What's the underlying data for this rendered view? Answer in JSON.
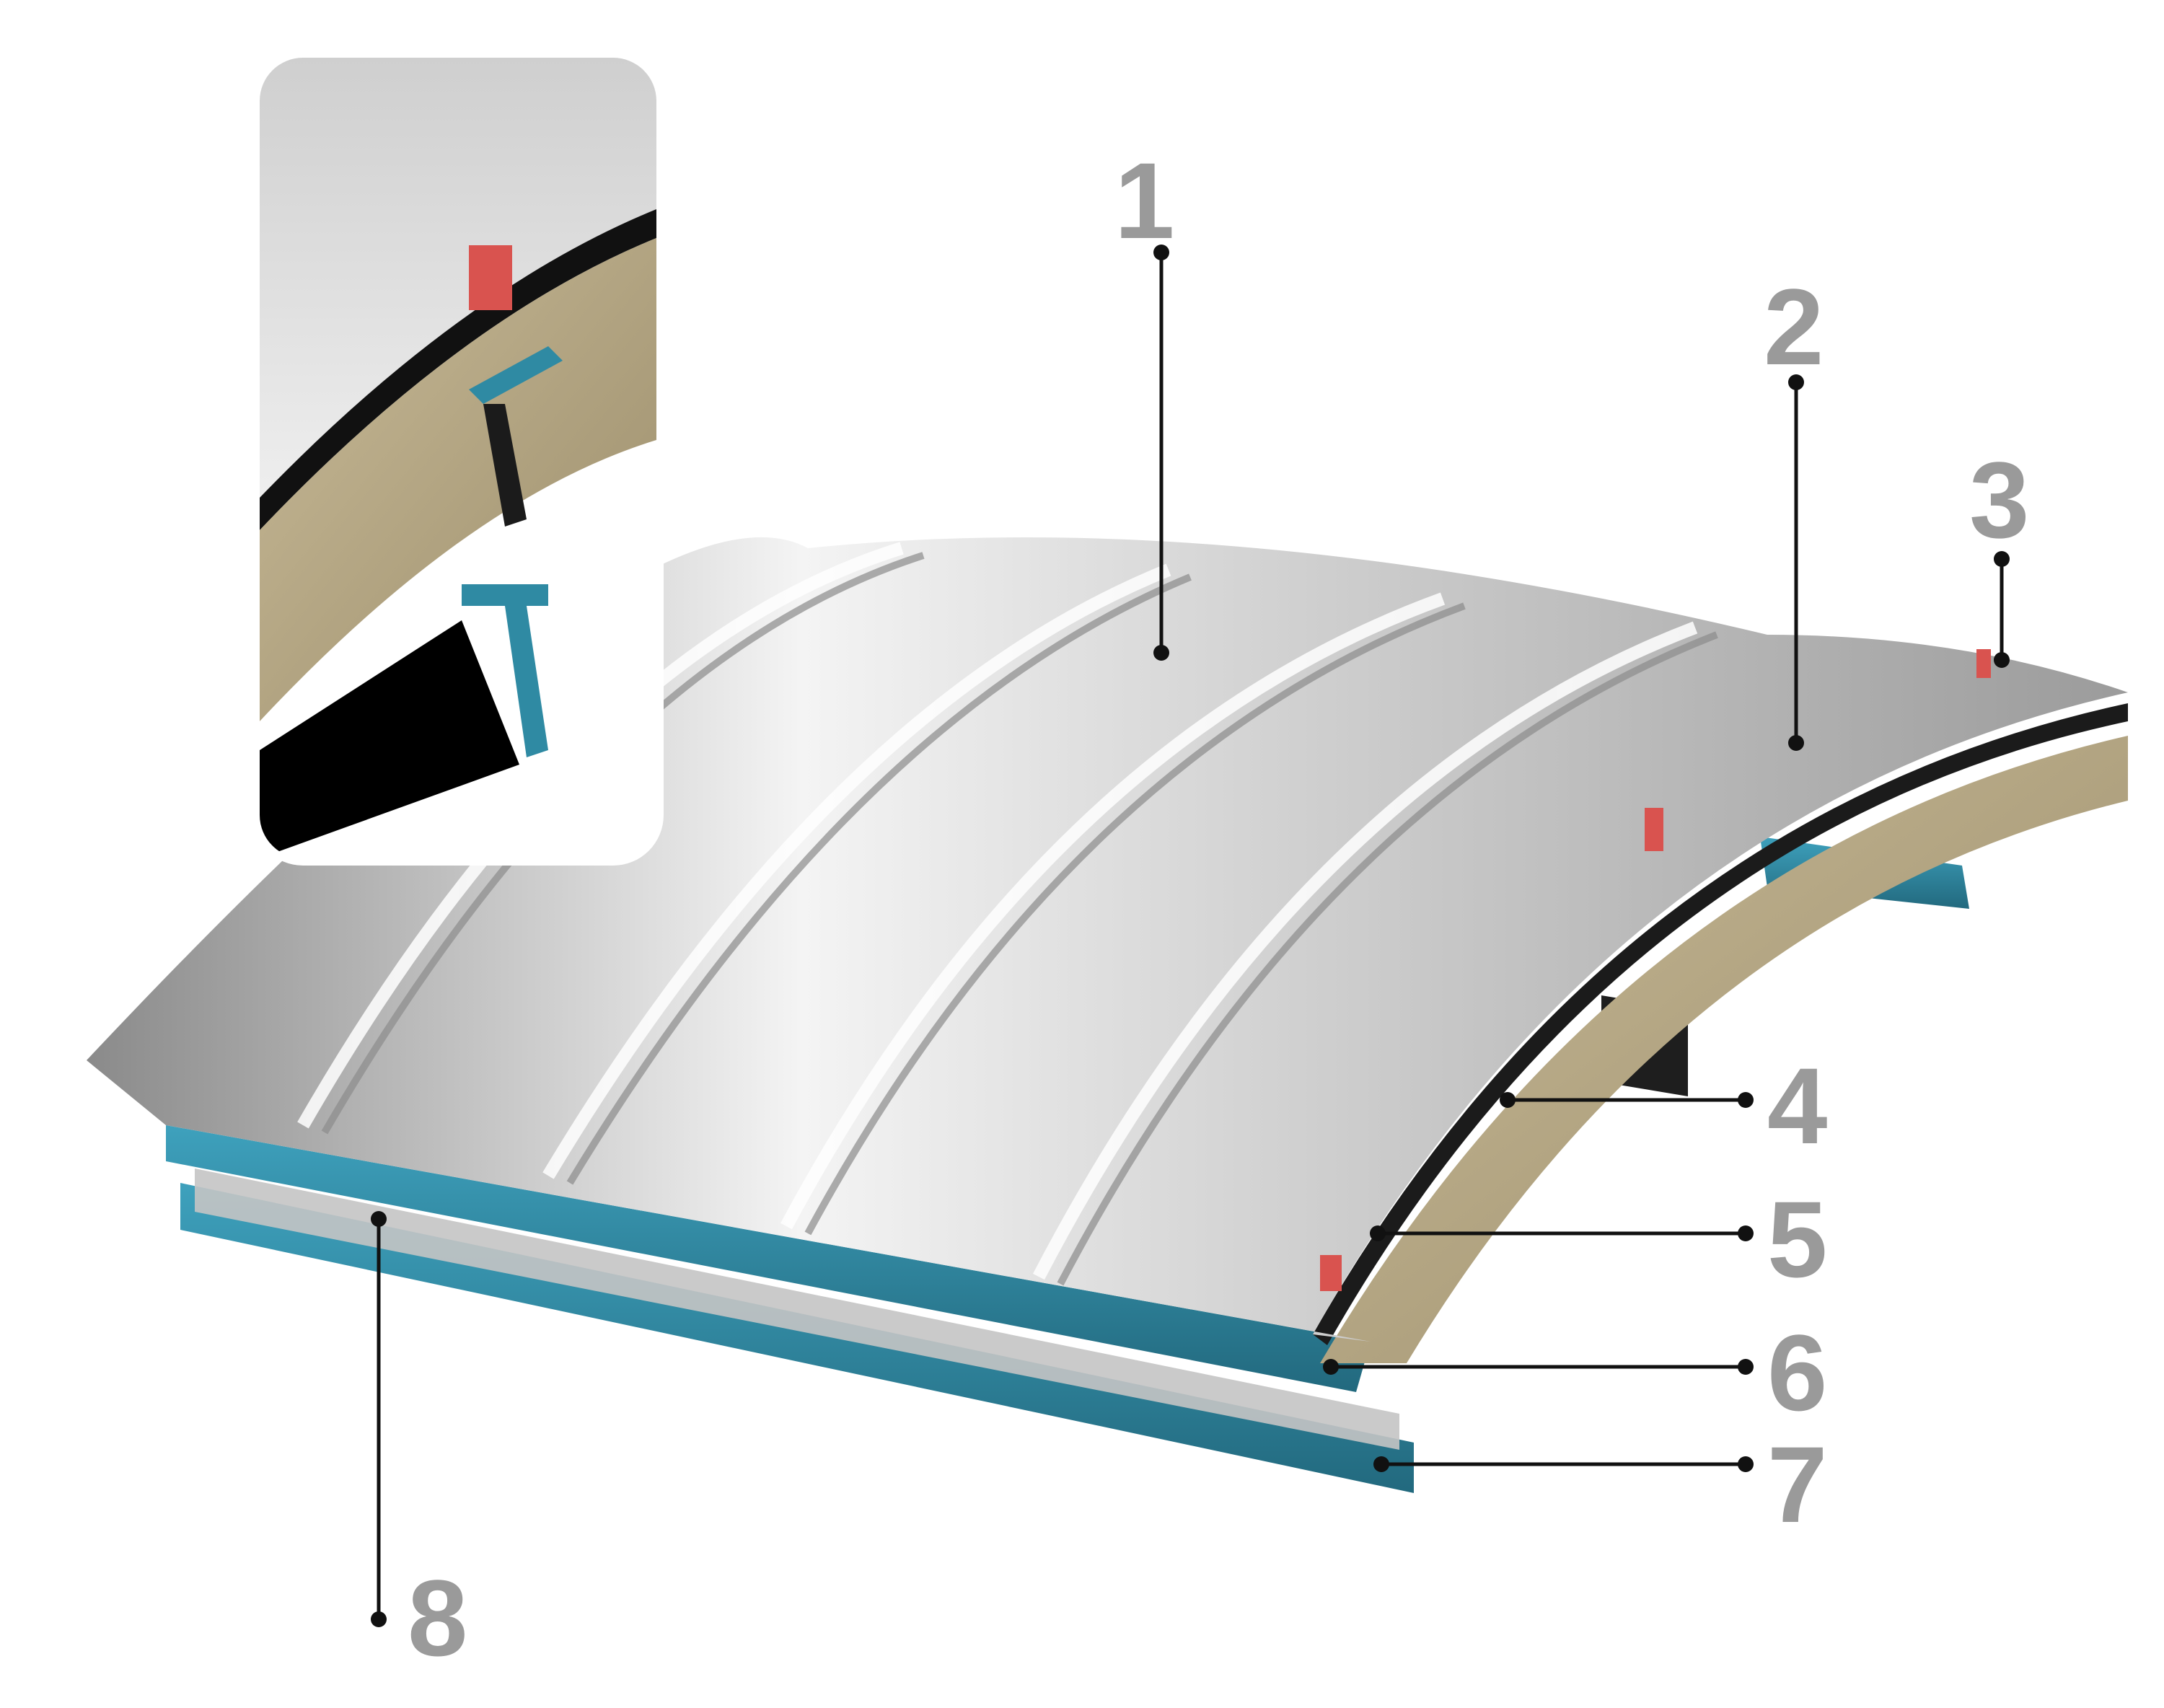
{
  "colors": {
    "background": "#ffffff",
    "metal_light": "#f2f2f2",
    "metal_mid": "#b9b9b9",
    "metal_dark": "#7d7d7d",
    "insulation": "#b3a585",
    "membrane": "#1c1c1c",
    "purlin": "#2f8aa3",
    "clip_red": "#d9534f",
    "label_gray": "#9a9a9a",
    "leader_line": "#111111"
  },
  "callouts": [
    {
      "id": "1",
      "label": "1",
      "part": "profiled-metal-sheet"
    },
    {
      "id": "2",
      "label": "2",
      "part": "membrane-layer"
    },
    {
      "id": "3",
      "label": "3",
      "part": "fixing-clip"
    },
    {
      "id": "4",
      "label": "4",
      "part": "insulation-layer"
    },
    {
      "id": "5",
      "label": "5",
      "part": "vapour-barrier"
    },
    {
      "id": "6",
      "label": "6",
      "part": "purlin-upper"
    },
    {
      "id": "7",
      "label": "7",
      "part": "purlin-lower"
    },
    {
      "id": "8",
      "label": "8",
      "part": "base-deck"
    }
  ]
}
